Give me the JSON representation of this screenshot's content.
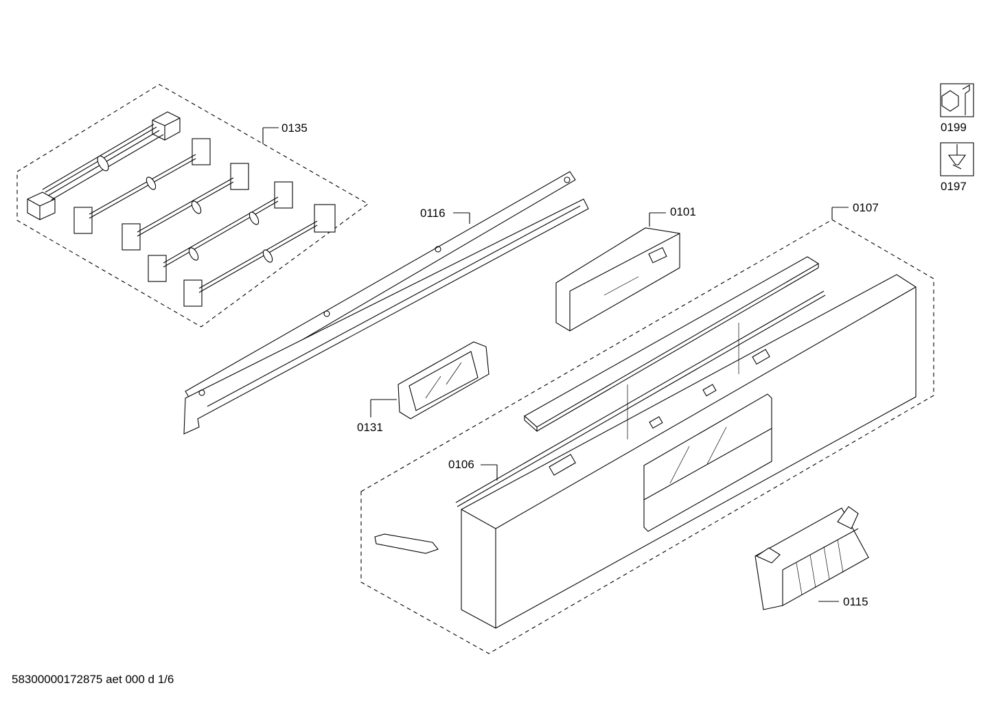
{
  "labels": {
    "p0135": "0135",
    "p0116": "0116",
    "p0101": "0101",
    "p0107": "0107",
    "p0131": "0131",
    "p0106": "0106",
    "p0115": "0115",
    "p0199": "0199",
    "p0197": "0197"
  },
  "footer": "58300000172875 aet 000 d 1/6",
  "icons": {
    "tool": "wrench-nut-icon",
    "screw": "screw-icon"
  }
}
